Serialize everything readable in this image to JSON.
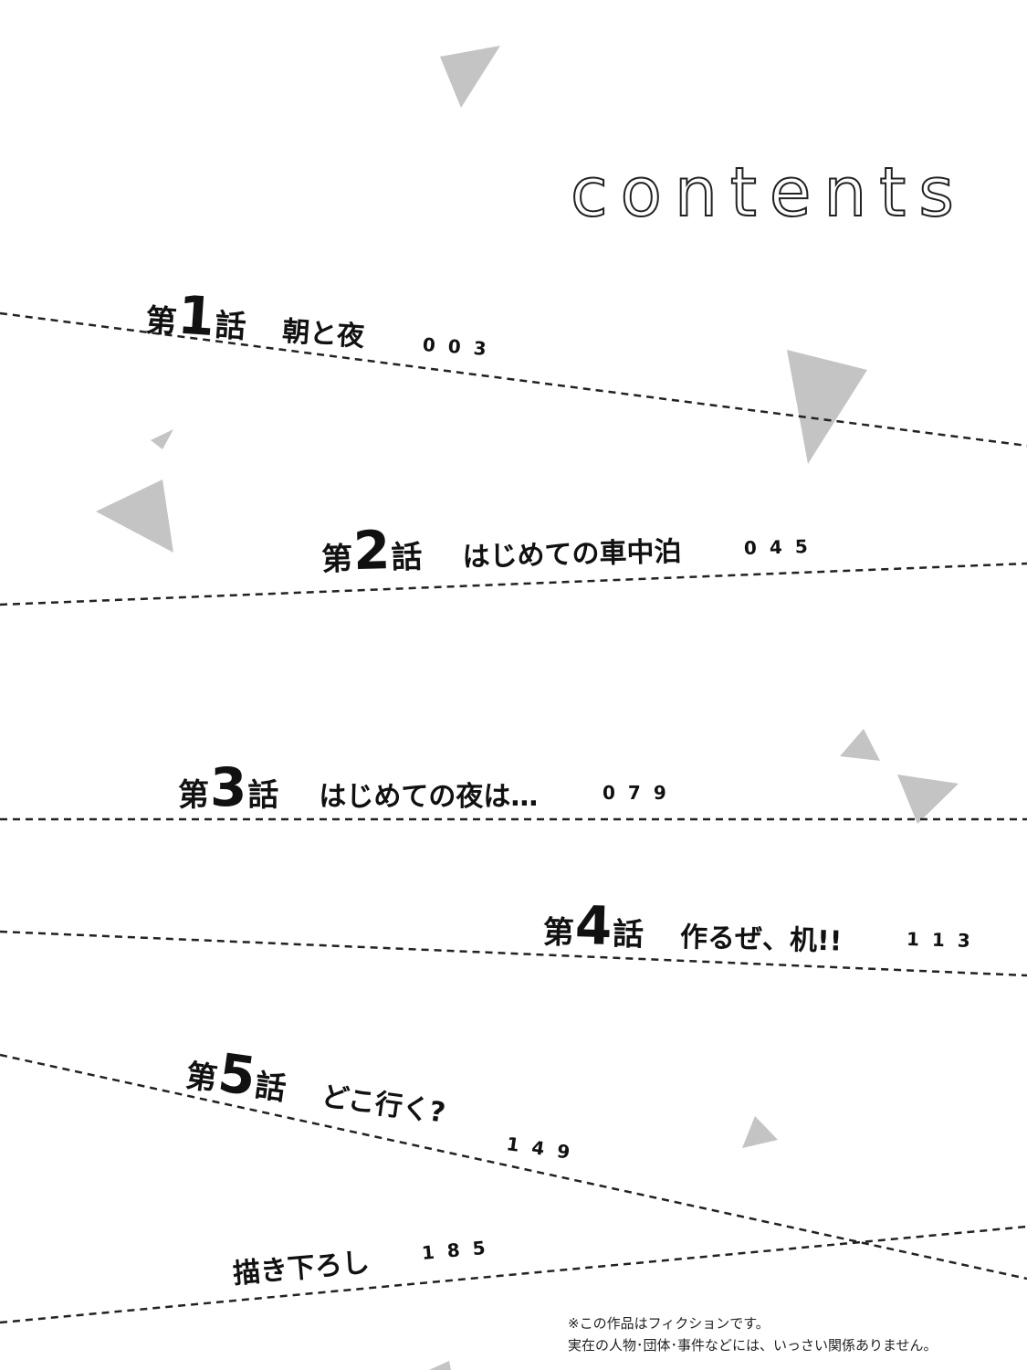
{
  "title": "contents",
  "chapters": [
    {
      "prefix": "第",
      "number": "1",
      "suffix": "話",
      "subtitle": "朝と夜",
      "page": "003"
    },
    {
      "prefix": "第",
      "number": "2",
      "suffix": "話",
      "subtitle": "はじめての車中泊",
      "page": "045"
    },
    {
      "prefix": "第",
      "number": "3",
      "suffix": "話",
      "subtitle": "はじめての夜は…",
      "page": "079"
    },
    {
      "prefix": "第",
      "number": "4",
      "suffix": "話",
      "subtitle": "作るぜ、机!!",
      "page": "113"
    },
    {
      "prefix": "第",
      "number": "5",
      "suffix": "話",
      "subtitle": "どこ行く?",
      "page": "149"
    }
  ],
  "extra": {
    "label": "描き下ろし",
    "page": "185"
  },
  "notice": {
    "line1": "※この作品はフィクションです。",
    "line2": "実在の人物･団体･事件などには、いっさい関係ありません。"
  },
  "colors": {
    "triangle": "#c4c4c4",
    "ink": "#111111"
  }
}
